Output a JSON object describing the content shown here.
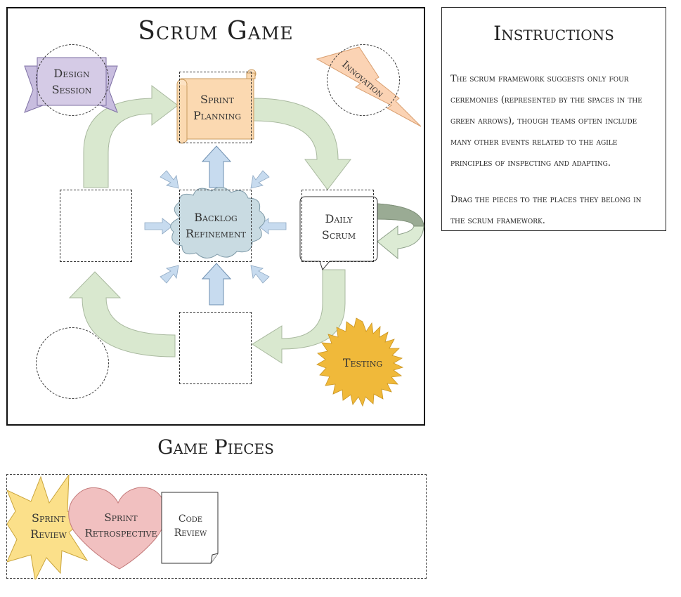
{
  "board": {
    "title": "Scrum Game",
    "pieces": {
      "design_session": "Design Session",
      "sprint_planning": "Sprint Planning",
      "innovation": "Innovation",
      "backlog_refinement": "Backlog Refinement",
      "daily_scrum": "Daily Scrum",
      "testing": "Testing"
    }
  },
  "instructions": {
    "title": "Instructions",
    "paragraph1": "The scrum framework suggests only four ceremonies (represented by the spaces in the green arrows), though teams often include many other events related to the agile principles of inspecting and adapting.",
    "paragraph2": "Drag the pieces to the places they belong in the scrum framework."
  },
  "game_pieces": {
    "title": "Game Pieces",
    "sprint_review": "Sprint Review",
    "sprint_retrospective": "Sprint Retrospective",
    "code_review": "Code Review"
  },
  "colors": {
    "green_arrow": "#d9e8cf",
    "blue_arrow": "#c7dbef",
    "ribbon": "#d5cbe6",
    "scroll": "#fbd9b1",
    "lightning": "#fbd3b4",
    "cloud": "#c9dbe2",
    "sun": "#f0b93a",
    "heart": "#f1c0c0",
    "burst": "#fbe08a"
  }
}
